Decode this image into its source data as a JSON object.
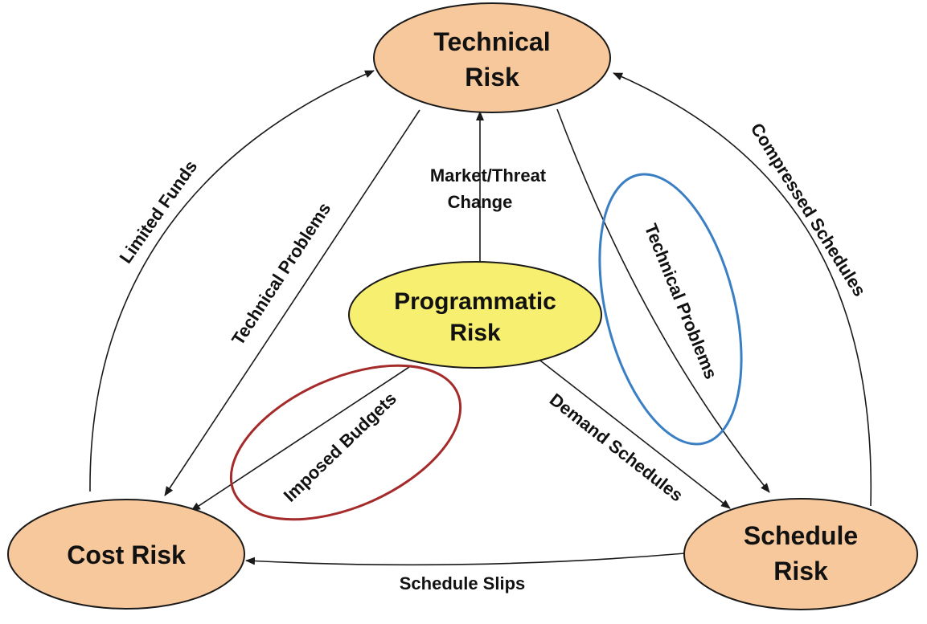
{
  "nodes": {
    "technical": {
      "line1": "Technical",
      "line2": "Risk"
    },
    "programmatic": {
      "line1": "Programmatic",
      "line2": "Risk"
    },
    "cost": {
      "label": "Cost Risk"
    },
    "schedule": {
      "line1": "Schedule",
      "line2": "Risk"
    }
  },
  "edges": {
    "limited_funds": "Limited Funds",
    "technical_problems_left": "Technical Problems",
    "market_threat_line1": "Market/Threat",
    "market_threat_line2": "Change",
    "technical_problems_right": "Technical Problems",
    "compressed_schedules": "Compressed Schedules",
    "imposed_budgets": "Imposed Budgets",
    "demand_schedules": "Demand Schedules",
    "schedule_slips": "Schedule Slips"
  },
  "colors": {
    "risk_node_fill": "#f7c89b",
    "programmatic_fill": "#f7ef6f",
    "highlight_red": "#a52a2a",
    "highlight_blue": "#3a7fc4"
  }
}
